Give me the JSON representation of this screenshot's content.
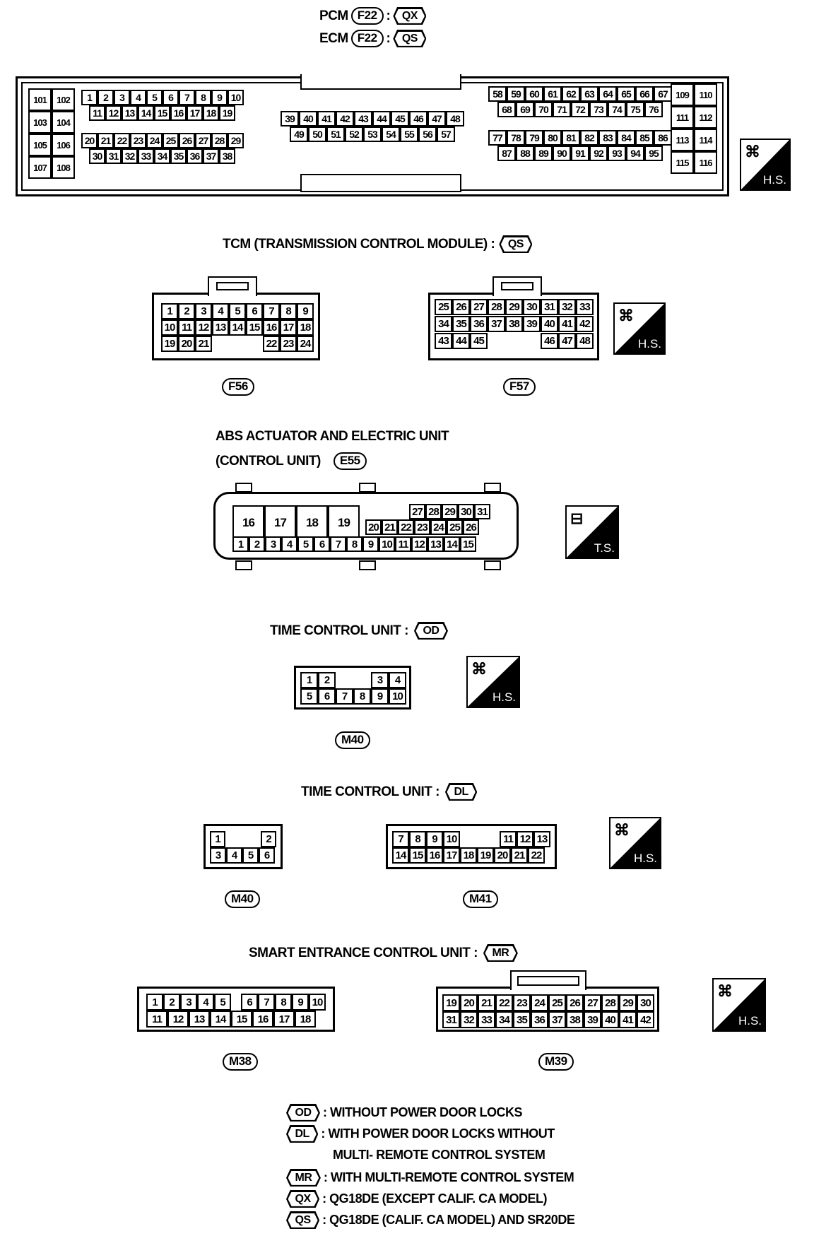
{
  "header": {
    "pcm_label": "PCM",
    "ecm_label": "ECM",
    "pcm_conn": "F22",
    "ecm_conn": "F22",
    "pcm_code": "QX",
    "ecm_code": "QS",
    "colon": ":"
  },
  "tcm": {
    "title": "TCM (TRANSMISSION CONTROL MODULE) :",
    "code": "QS",
    "conn_left": "F56",
    "conn_right": "F57"
  },
  "abs": {
    "title_line1": "ABS ACTUATOR AND ELECTRIC UNIT",
    "title_line2": "(CONTROL UNIT)",
    "conn": "E55"
  },
  "tcu_od": {
    "title": "TIME CONTROL UNIT :",
    "code": "OD",
    "conn": "M40"
  },
  "tcu_dl": {
    "title": "TIME CONTROL UNIT :",
    "code": "DL",
    "conn_left": "M40",
    "conn_right": "M41"
  },
  "secu": {
    "title": "SMART ENTRANCE CONTROL UNIT :",
    "code": "MR",
    "conn_left": "M38",
    "conn_right": "M39"
  },
  "badges": {
    "hs": "H.S.",
    "ts": "T.S."
  },
  "legend": [
    {
      "code": "OD",
      "text": ": WITHOUT POWER DOOR LOCKS"
    },
    {
      "code": "DL",
      "text": ": WITH POWER DOOR LOCKS WITHOUT"
    },
    {
      "code": "",
      "text": "MULTI- REMOTE CONTROL SYSTEM"
    },
    {
      "code": "MR",
      "text": ": WITH MULTI-REMOTE CONTROL SYSTEM"
    },
    {
      "code": "QX",
      "text": ": QG18DE (EXCEPT CALIF. CA MODEL)"
    },
    {
      "code": "QS",
      "text": ": QG18DE (CALIF. CA MODEL) AND SR20DE"
    }
  ],
  "pins": {
    "pcm_left_block": [
      "101",
      "102",
      "103",
      "104",
      "105",
      "106",
      "107",
      "108"
    ],
    "pcm_a_row1": [
      "1",
      "2",
      "3",
      "4",
      "5",
      "6",
      "7",
      "8",
      "9",
      "10"
    ],
    "pcm_a_row2": [
      "11",
      "12",
      "13",
      "14",
      "15",
      "16",
      "17",
      "18",
      "19"
    ],
    "pcm_a_row3": [
      "20",
      "21",
      "22",
      "23",
      "24",
      "25",
      "26",
      "27",
      "28",
      "29"
    ],
    "pcm_a_row4": [
      "30",
      "31",
      "32",
      "33",
      "34",
      "35",
      "36",
      "37",
      "38"
    ],
    "pcm_b_row1": [
      "39",
      "40",
      "41",
      "42",
      "43",
      "44",
      "45",
      "46",
      "47",
      "48"
    ],
    "pcm_b_row2": [
      "49",
      "50",
      "51",
      "52",
      "53",
      "54",
      "55",
      "56",
      "57"
    ],
    "pcm_c_row1": [
      "58",
      "59",
      "60",
      "61",
      "62",
      "63",
      "64",
      "65",
      "66",
      "67"
    ],
    "pcm_c_row2": [
      "68",
      "69",
      "70",
      "71",
      "72",
      "73",
      "74",
      "75",
      "76"
    ],
    "pcm_c_row3": [
      "77",
      "78",
      "79",
      "80",
      "81",
      "82",
      "83",
      "84",
      "85",
      "86"
    ],
    "pcm_c_row4": [
      "87",
      "88",
      "89",
      "90",
      "91",
      "92",
      "93",
      "94",
      "95"
    ],
    "pcm_right_block": [
      "109",
      "110",
      "111",
      "112",
      "113",
      "114",
      "115",
      "116"
    ],
    "f56_row1": [
      "1",
      "2",
      "3",
      "4",
      "5",
      "6",
      "7",
      "8",
      "9"
    ],
    "f56_row2": [
      "10",
      "11",
      "12",
      "13",
      "14",
      "15",
      "16",
      "17",
      "18"
    ],
    "f56_row3a": [
      "19",
      "20",
      "21"
    ],
    "f56_row3b": [
      "22",
      "23",
      "24"
    ],
    "f57_row1": [
      "25",
      "26",
      "27",
      "28",
      "29",
      "30",
      "31",
      "32",
      "33"
    ],
    "f57_row2": [
      "34",
      "35",
      "36",
      "37",
      "38",
      "39",
      "40",
      "41",
      "42"
    ],
    "f57_row3a": [
      "43",
      "44",
      "45"
    ],
    "f57_row3b": [
      "46",
      "47",
      "48"
    ],
    "e55_big": [
      "16",
      "17",
      "18",
      "19"
    ],
    "e55_top": [
      "27",
      "28",
      "29",
      "30",
      "31"
    ],
    "e55_mid": [
      "20",
      "21",
      "22",
      "23",
      "24",
      "25",
      "26"
    ],
    "e55_bot": [
      "1",
      "2",
      "3",
      "4",
      "5",
      "6",
      "7",
      "8",
      "9",
      "10",
      "11",
      "12",
      "13",
      "14",
      "15"
    ],
    "m40od_row1a": [
      "1",
      "2"
    ],
    "m40od_row1b": [
      "3",
      "4"
    ],
    "m40od_row2": [
      "5",
      "6",
      "7",
      "8",
      "9",
      "10"
    ],
    "m40dl_row1a": [
      "1"
    ],
    "m40dl_row1b": [
      "2"
    ],
    "m40dl_row2": [
      "3",
      "4",
      "5",
      "6"
    ],
    "m41_row1a": [
      "7",
      "8",
      "9",
      "10"
    ],
    "m41_row1b": [
      "11",
      "12",
      "13"
    ],
    "m41_row2": [
      "14",
      "15",
      "16",
      "17",
      "18",
      "19",
      "20",
      "21",
      "22"
    ],
    "m38_row1a": [
      "1",
      "2",
      "3",
      "4",
      "5"
    ],
    "m38_row1b": [
      "6",
      "7",
      "8",
      "9",
      "10"
    ],
    "m38_row2": [
      "11",
      "12",
      "13",
      "14",
      "15",
      "16",
      "17",
      "18"
    ],
    "m39_row1": [
      "19",
      "20",
      "21",
      "22",
      "23",
      "24",
      "25",
      "26",
      "27",
      "28",
      "29",
      "30"
    ],
    "m39_row2": [
      "31",
      "32",
      "33",
      "34",
      "35",
      "36",
      "37",
      "38",
      "39",
      "40",
      "41",
      "42"
    ]
  }
}
